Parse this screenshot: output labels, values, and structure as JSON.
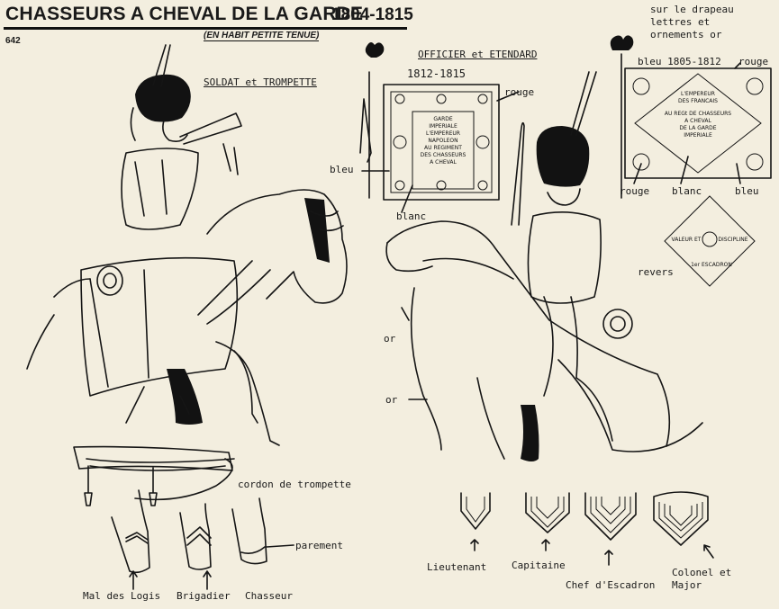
{
  "header": {
    "title": "CHASSEURS A CHEVAL DE LA GARDE",
    "years": "1804-1815",
    "page_number": "642",
    "subtitle": "(EN HABIT PETITE TENUE)"
  },
  "sections": {
    "soldat": "SOLDAT et TROMPETTE",
    "officier": "OFFICIER et ETENDARD",
    "officier_years": "1812-1815"
  },
  "flag_notes": {
    "drapeau_note": "sur le drapeau lettres et ornements or",
    "bleu_year": "bleu 1805-1812",
    "rouge_top": "rouge",
    "rouge_bottom": "rouge",
    "blanc": "blanc",
    "bleu_bottom": "bleu",
    "revers": "revers"
  },
  "flag_1805": {
    "lines": [
      "L'EMPEREUR",
      "DES FRANCAIS",
      "AU REGt DE CHASSEURS",
      "A CHEVAL",
      "DE LA GARDE",
      "IMPERIALE"
    ]
  },
  "flag_revers": {
    "left": "VALEUR ET",
    "right": "DISCIPLINE",
    "bottom": "1er ESCADRON"
  },
  "etendard_1812": {
    "lines": [
      "GARDE",
      "IMPERIALE",
      "L'EMPEREUR",
      "NAPOLEON",
      "AU REGIMENT",
      "DES CHASSEURS",
      "A CHEVAL"
    ],
    "rouge": "rouge",
    "bleu": "bleu",
    "blanc": "blanc"
  },
  "officer_labels": {
    "or_1": "or",
    "or_2": "or"
  },
  "trumpet": {
    "label": "cordon de trompette"
  },
  "chevrons": {
    "parement": "parement",
    "items": [
      "Mal des Logis",
      "Brigadier",
      "Chasseur"
    ]
  },
  "epaulettes": {
    "items": [
      "Lieutenant",
      "Capitaine",
      "Chef d'Escadron",
      "Colonel et Major"
    ]
  }
}
